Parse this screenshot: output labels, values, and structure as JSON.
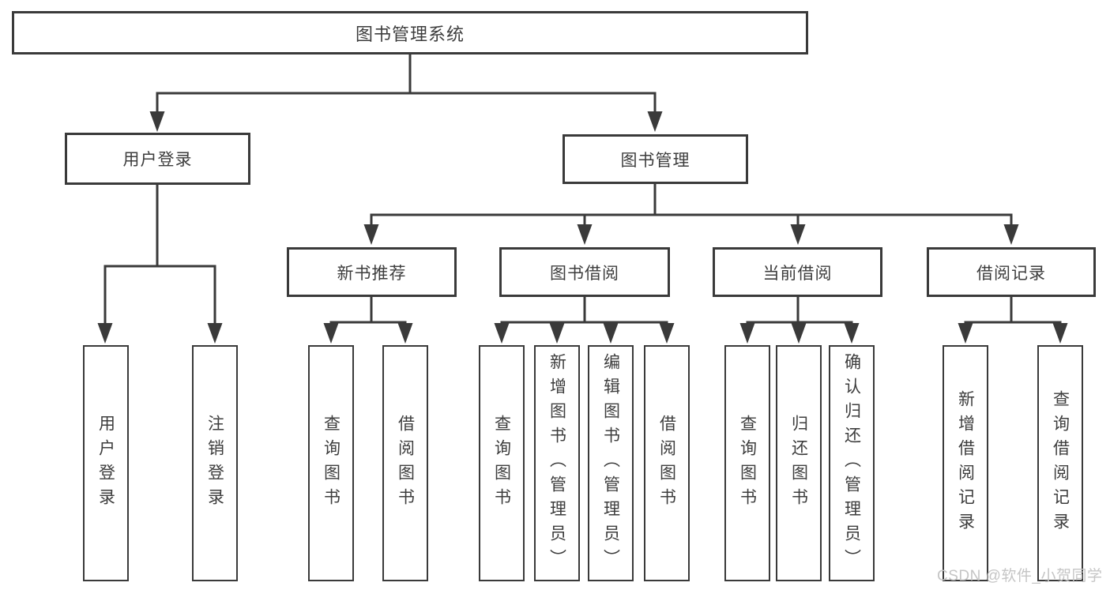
{
  "tree": {
    "root": {
      "label": "图书管理系统"
    },
    "branches": [
      {
        "label": "用户登录",
        "leaves": [
          {
            "label": "用户登录"
          },
          {
            "label": "注销登录"
          }
        ]
      },
      {
        "label": "图书管理",
        "groups": [
          {
            "label": "新书推荐",
            "leaves": [
              {
                "label": "查询图书"
              },
              {
                "label": "借阅图书"
              }
            ]
          },
          {
            "label": "图书借阅",
            "leaves": [
              {
                "label": "查询图书"
              },
              {
                "label": "新增图书（管理员）"
              },
              {
                "label": "编辑图书（管理员）"
              },
              {
                "label": "借阅图书"
              }
            ]
          },
          {
            "label": "当前借阅",
            "leaves": [
              {
                "label": "查询图书"
              },
              {
                "label": "归还图书"
              },
              {
                "label": "确认归还（管理员）"
              }
            ]
          },
          {
            "label": "借阅记录",
            "leaves": [
              {
                "label": "新增借阅记录"
              },
              {
                "label": "查询借阅记录"
              }
            ]
          }
        ]
      }
    ]
  },
  "watermark": {
    "text": "CSDN @软件_小贺同学"
  },
  "colors": {
    "line": "#3a3a3a",
    "text": "#3d3d3d",
    "box_background": "#ffffff",
    "watermark": "#c5c5c5",
    "page_background": "#ffffff"
  }
}
